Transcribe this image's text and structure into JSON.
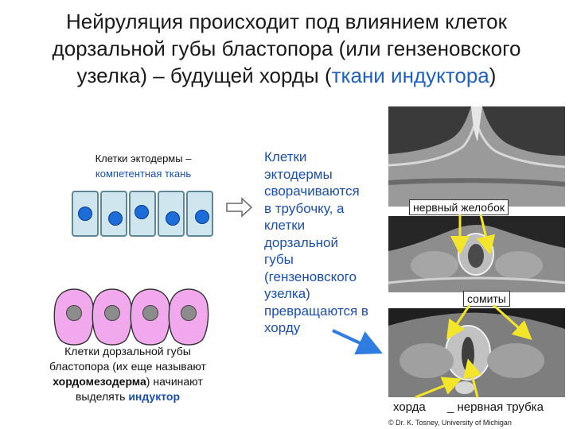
{
  "title": {
    "line1": "Нейруляция происходит под влиянием клеток",
    "line2": "дорзальной губы бластопора (или гензеновского",
    "line3_prefix": "узелка) – будущей хорды (",
    "line3_accent": "ткани индуктора",
    "line3_suffix": ")"
  },
  "ectoderm": {
    "caption_line1": "Клетки эктодермы –",
    "caption_line2": "компетентная ткань"
  },
  "dorsal_lip": {
    "line1": "Клетки дорзальной губы",
    "line2": "бластопора (их еще называют",
    "line3_bold": "хордомезодерма",
    "line3_rest": ") начинают",
    "line4_prefix": "выделять ",
    "line4_accent": "индуктор"
  },
  "middle_text": {
    "lines": [
      "Клетки",
      "эктодермы",
      "сворачиваются",
      "в трубочку, а",
      "клетки",
      "дорзальной",
      "губы",
      "(гензеновского",
      "узелка)",
      "превращаются в",
      "хорду"
    ]
  },
  "photo_labels": {
    "groove": "нервный желобок",
    "somites": "сомиты",
    "notochord": "хорда",
    "neural_tube": "нервная трубка"
  },
  "copyright": "© Dr. K. Tosney, University of Michigan",
  "colors": {
    "accent_blue": "#1a4fb0",
    "cell_fill": "#cfe6ef",
    "nucleus_blue": "#1c6dd8",
    "pink_cell": "#f2a8ec",
    "arrow_yellow": "#f3e62a",
    "arrow_blue": "#2f7de0"
  }
}
